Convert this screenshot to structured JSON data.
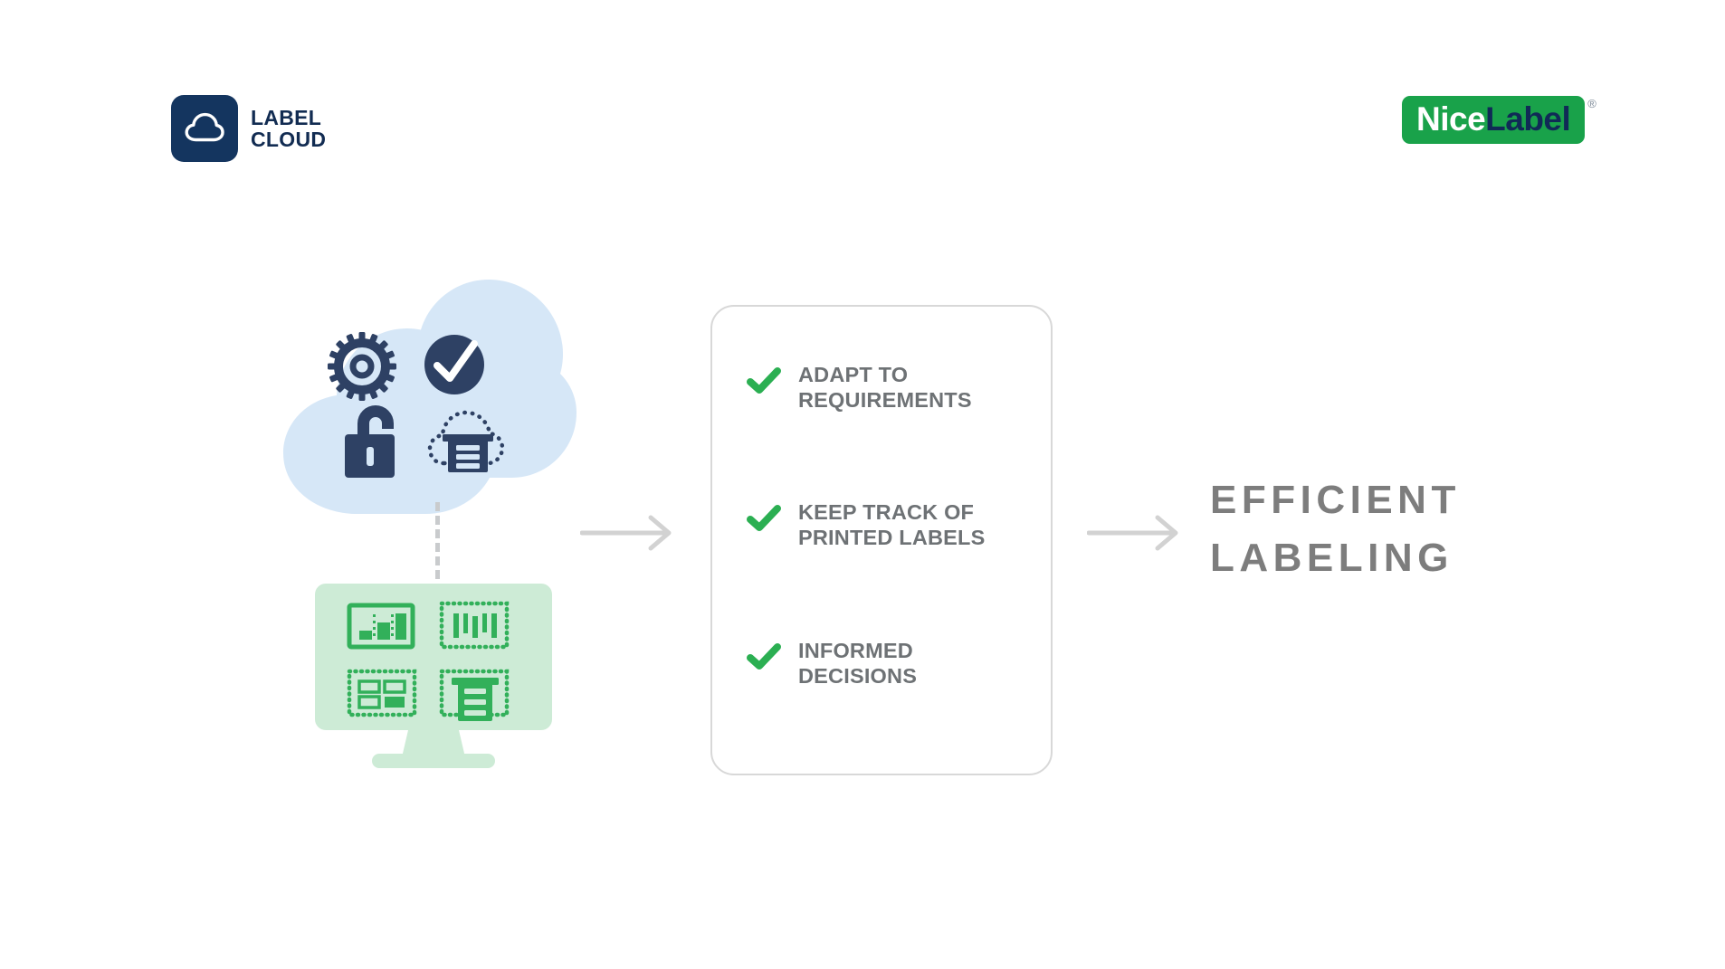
{
  "brand": {
    "label_cloud": {
      "icon": "cloud-icon",
      "line1": "LABEL",
      "line2": "CLOUD",
      "mark_color": "#14355f",
      "text_color": "#122c52"
    },
    "nice_label": {
      "part1": "Nice",
      "part2": "Label",
      "registered": "®",
      "plate_color": "#19a24a",
      "part1_color": "#ffffff",
      "part2_color": "#102a56"
    }
  },
  "diagram": {
    "cloud": {
      "name": "cloud-shape",
      "color": "#d6e7f7",
      "icons": [
        {
          "name": "gear-icon",
          "label": "Gear"
        },
        {
          "name": "check-circle-icon",
          "label": "Check circle"
        },
        {
          "name": "unlock-icon",
          "label": "Unlocked padlock"
        },
        {
          "name": "cloud-label-icon",
          "label": "Cloud label document"
        }
      ],
      "icon_color": "#2e4164"
    },
    "connector": {
      "name": "dashed-connector",
      "color": "#c9cbcd",
      "style": "dashed"
    },
    "monitor": {
      "name": "monitor-shape",
      "color": "#cdebd6",
      "icon_color": "#32b05a",
      "icons": [
        {
          "name": "bar-chart-icon",
          "label": "Bar chart"
        },
        {
          "name": "barcode-icon",
          "label": "Barcode"
        },
        {
          "name": "layout-grid-icon",
          "label": "Layout grid"
        },
        {
          "name": "label-document-icon",
          "label": "Label document"
        }
      ]
    },
    "arrows": [
      {
        "name": "flow-arrow-1",
        "color": "#d2d2d2"
      },
      {
        "name": "flow-arrow-2",
        "color": "#d2d2d2"
      }
    ]
  },
  "checklist": {
    "card_border_color": "#d8d8d8",
    "check_color": "#2baf52",
    "text_color": "#6e7275",
    "items": [
      {
        "line1": "ADAPT TO",
        "line2": "REQUIREMENTS"
      },
      {
        "line1": "KEEP TRACK OF",
        "line2": "PRINTED LABELS"
      },
      {
        "line1": "INFORMED",
        "line2": "DECISIONS"
      }
    ]
  },
  "outcome": {
    "line1": "EFFICIENT",
    "line2": "LABELING",
    "color": "#7d7d7d"
  }
}
